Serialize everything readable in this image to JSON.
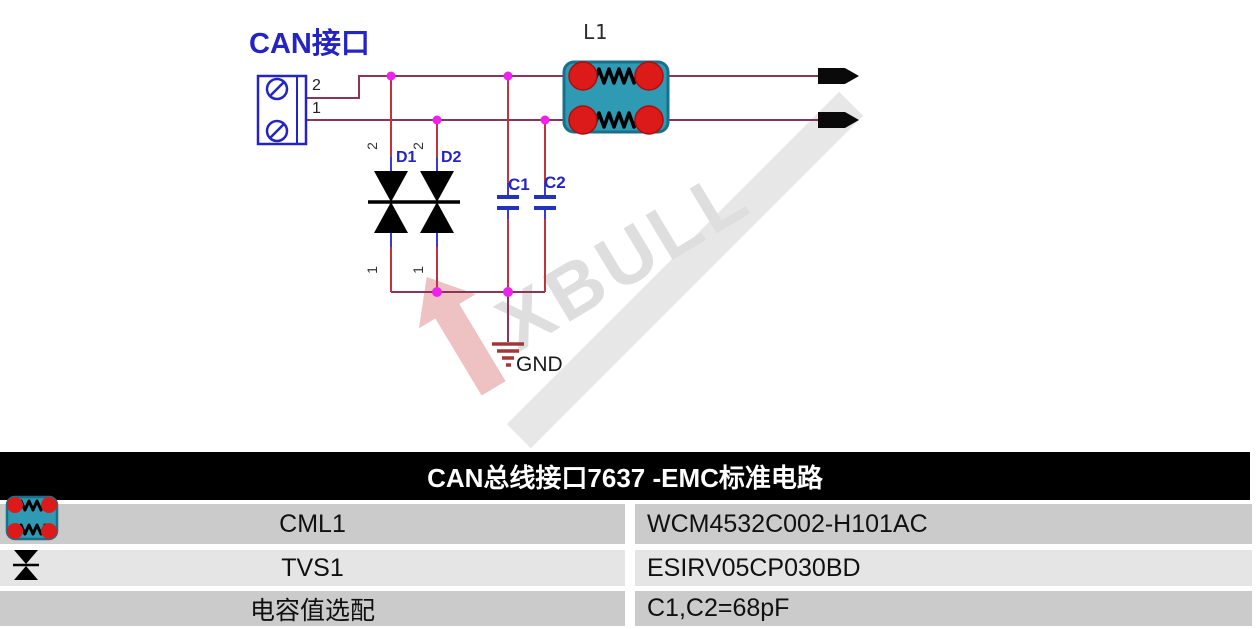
{
  "schematic": {
    "title": "CAN接口",
    "connector": {
      "pin2": "2",
      "pin1": "1"
    },
    "choke_label": "L1",
    "d1": {
      "label": "D1",
      "pin_top": "2",
      "pin_bottom": "1"
    },
    "d2": {
      "label": "D2",
      "pin_top": "2",
      "pin_bottom": "1"
    },
    "c1_label": "C1",
    "c2_label": "C2",
    "gnd_label": "GND",
    "watermark_text": "XBULL"
  },
  "table": {
    "title": "CAN总线接口7637 -EMC标准电路",
    "rows": [
      {
        "name": "CML1",
        "value": "WCM4532C002-H101AC"
      },
      {
        "name": "TVS1",
        "value": "ESIRV05CP030BD"
      },
      {
        "name": "电容值选配",
        "value": "C1,C2=68pF"
      }
    ]
  },
  "colors": {
    "wire_rail": "#8a3558",
    "wire_branch": "#c23340",
    "pin_stub_blue": "#3a3ad0",
    "junction_dot": "#ee22ee",
    "schematic_blue": "#2424c4",
    "choke_body": "#2f9ab3",
    "choke_pin_red": "#dd1a1a",
    "ground_red": "#a03838",
    "table_header_bg": "#000000",
    "table_row_dark": "#cbcbcb",
    "table_row_light": "#e5e5e5"
  }
}
